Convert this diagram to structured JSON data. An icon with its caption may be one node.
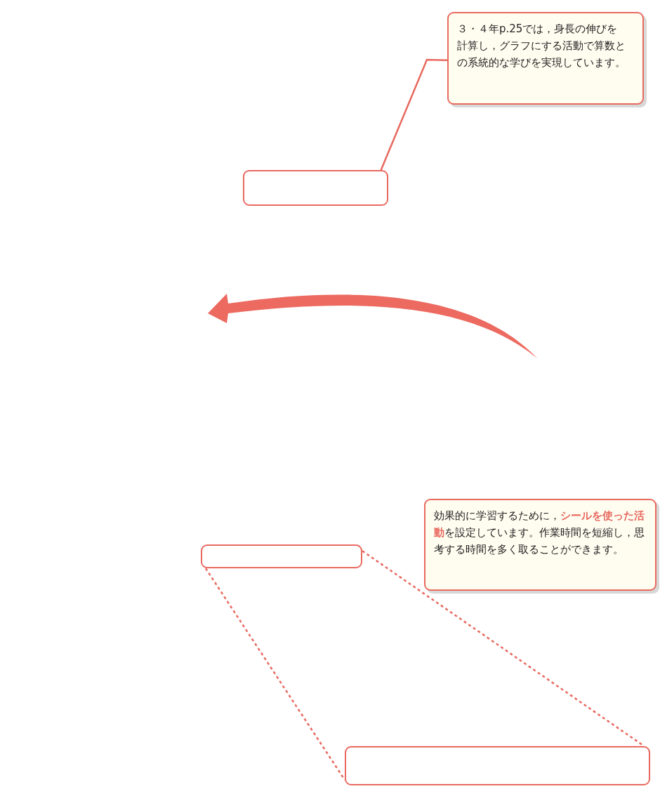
{
  "diagram": {
    "nodes": [
      {
        "text": [
          "３・４年p.25では，身長の伸びを計算し，グラフにする活動で算数との系統的な学びを実現しています。"
        ]
      },
      {
        "text": [],
        "shape": "box"
      },
      {
        "text": [
          "効果的に学習するために，**シールを使った活動**を設定しています。作業時間を短縮し，思考する時間を多く取ることができます。"
        ]
      },
      {
        "text": [],
        "shape": "box"
      },
      {
        "text": [],
        "shape": "box"
      }
    ],
    "edges": [
      {
        "from": 0,
        "to": 1,
        "arrow": "none"
      },
      {
        "from": 3,
        "to": 4,
        "arrow": "none",
        "style": "dashed"
      },
      {
        "from": 3,
        "to": 4,
        "arrow": "none",
        "style": "dashed"
      }
    ]
  }
}
